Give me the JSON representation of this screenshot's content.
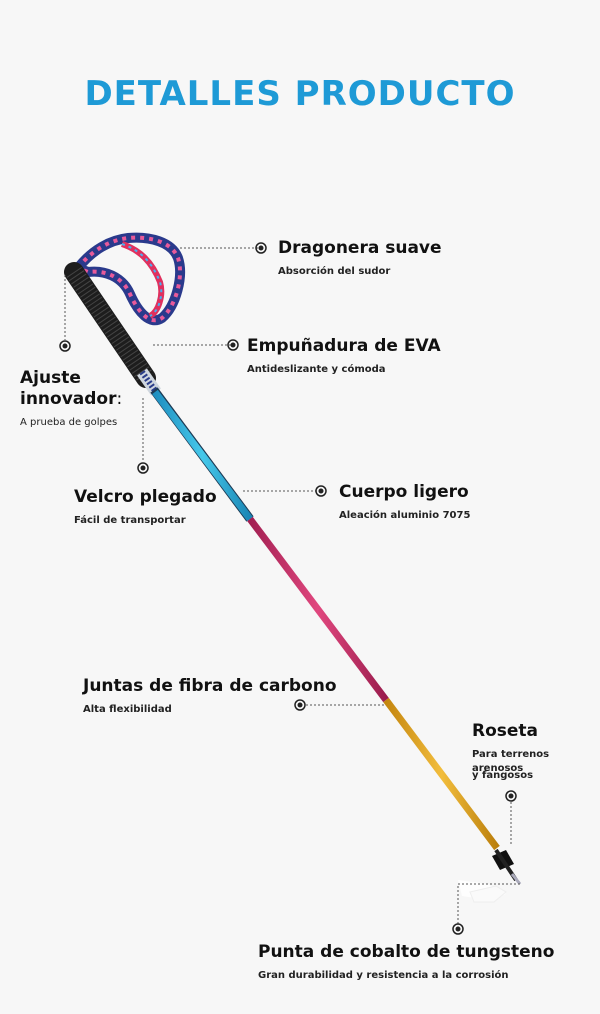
{
  "title": "DETALLES PRODUCTO",
  "features": [
    {
      "label": "Dragonera suave",
      "sub": "Absorción del sudor"
    },
    {
      "label": "Empuñadura de EVA",
      "sub": "Antideslizante y cómoda"
    },
    {
      "label_line1": "Ajuste",
      "label_line2": "innovador",
      "colon": ":",
      "sub": "A prueba de golpes"
    },
    {
      "label": "Velcro plegado",
      "sub": "Fácil de transportar"
    },
    {
      "label": "Cuerpo ligero",
      "sub": "Aleación aluminio 7075"
    },
    {
      "label": "Juntas de fibra de carbono",
      "sub": "Alta flexibilidad"
    },
    {
      "label": "Roseta",
      "sub_line1": "Para terrenos arenosos",
      "sub_line2": "y fangosos"
    },
    {
      "label": "Punta de cobalto de tungsteno",
      "sub": "Gran durabilidad y resistencia a la corrosión"
    }
  ],
  "colors": {
    "title": "#1e9ad6",
    "shaft_blue": "#2bb1d8",
    "shaft_pink": "#c8306a",
    "shaft_gold": "#e4a320",
    "grip": "#1d1d1d"
  }
}
